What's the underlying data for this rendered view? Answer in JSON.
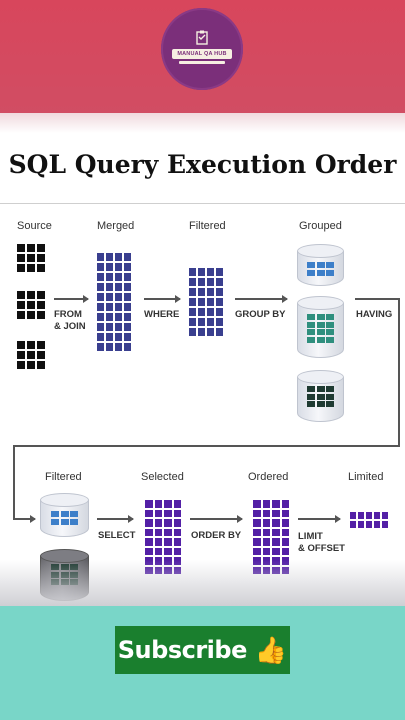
{
  "brand": {
    "logo_text": "MANUAL QA HUB"
  },
  "title": "SQL Query Execution Order",
  "stages_row1": {
    "source": "Source",
    "merged": "Merged",
    "filtered": "Filtered",
    "grouped": "Grouped"
  },
  "ops_row1": {
    "from_join": "FROM\n& JOIN",
    "where": "WHERE",
    "group_by": "GROUP BY",
    "having": "HAVING"
  },
  "stages_row2": {
    "filtered": "Filtered",
    "selected": "Selected",
    "ordered": "Ordered",
    "limited": "Limited"
  },
  "ops_row2": {
    "select": "SELECT",
    "order_by": "ORDER BY",
    "limit_offset": "LIMIT\n& OFFSET"
  },
  "cta": {
    "subscribe": "Subscribe",
    "thumb_icon": "thumbs-up-icon"
  },
  "colors": {
    "top": "#d8465c",
    "bottom": "#79d6c8",
    "navy": "#3a3f8f",
    "purple": "#5320a6",
    "blue": "#3d7fc9",
    "teal": "#2f8f7e",
    "dark_green": "#1f3b32"
  }
}
